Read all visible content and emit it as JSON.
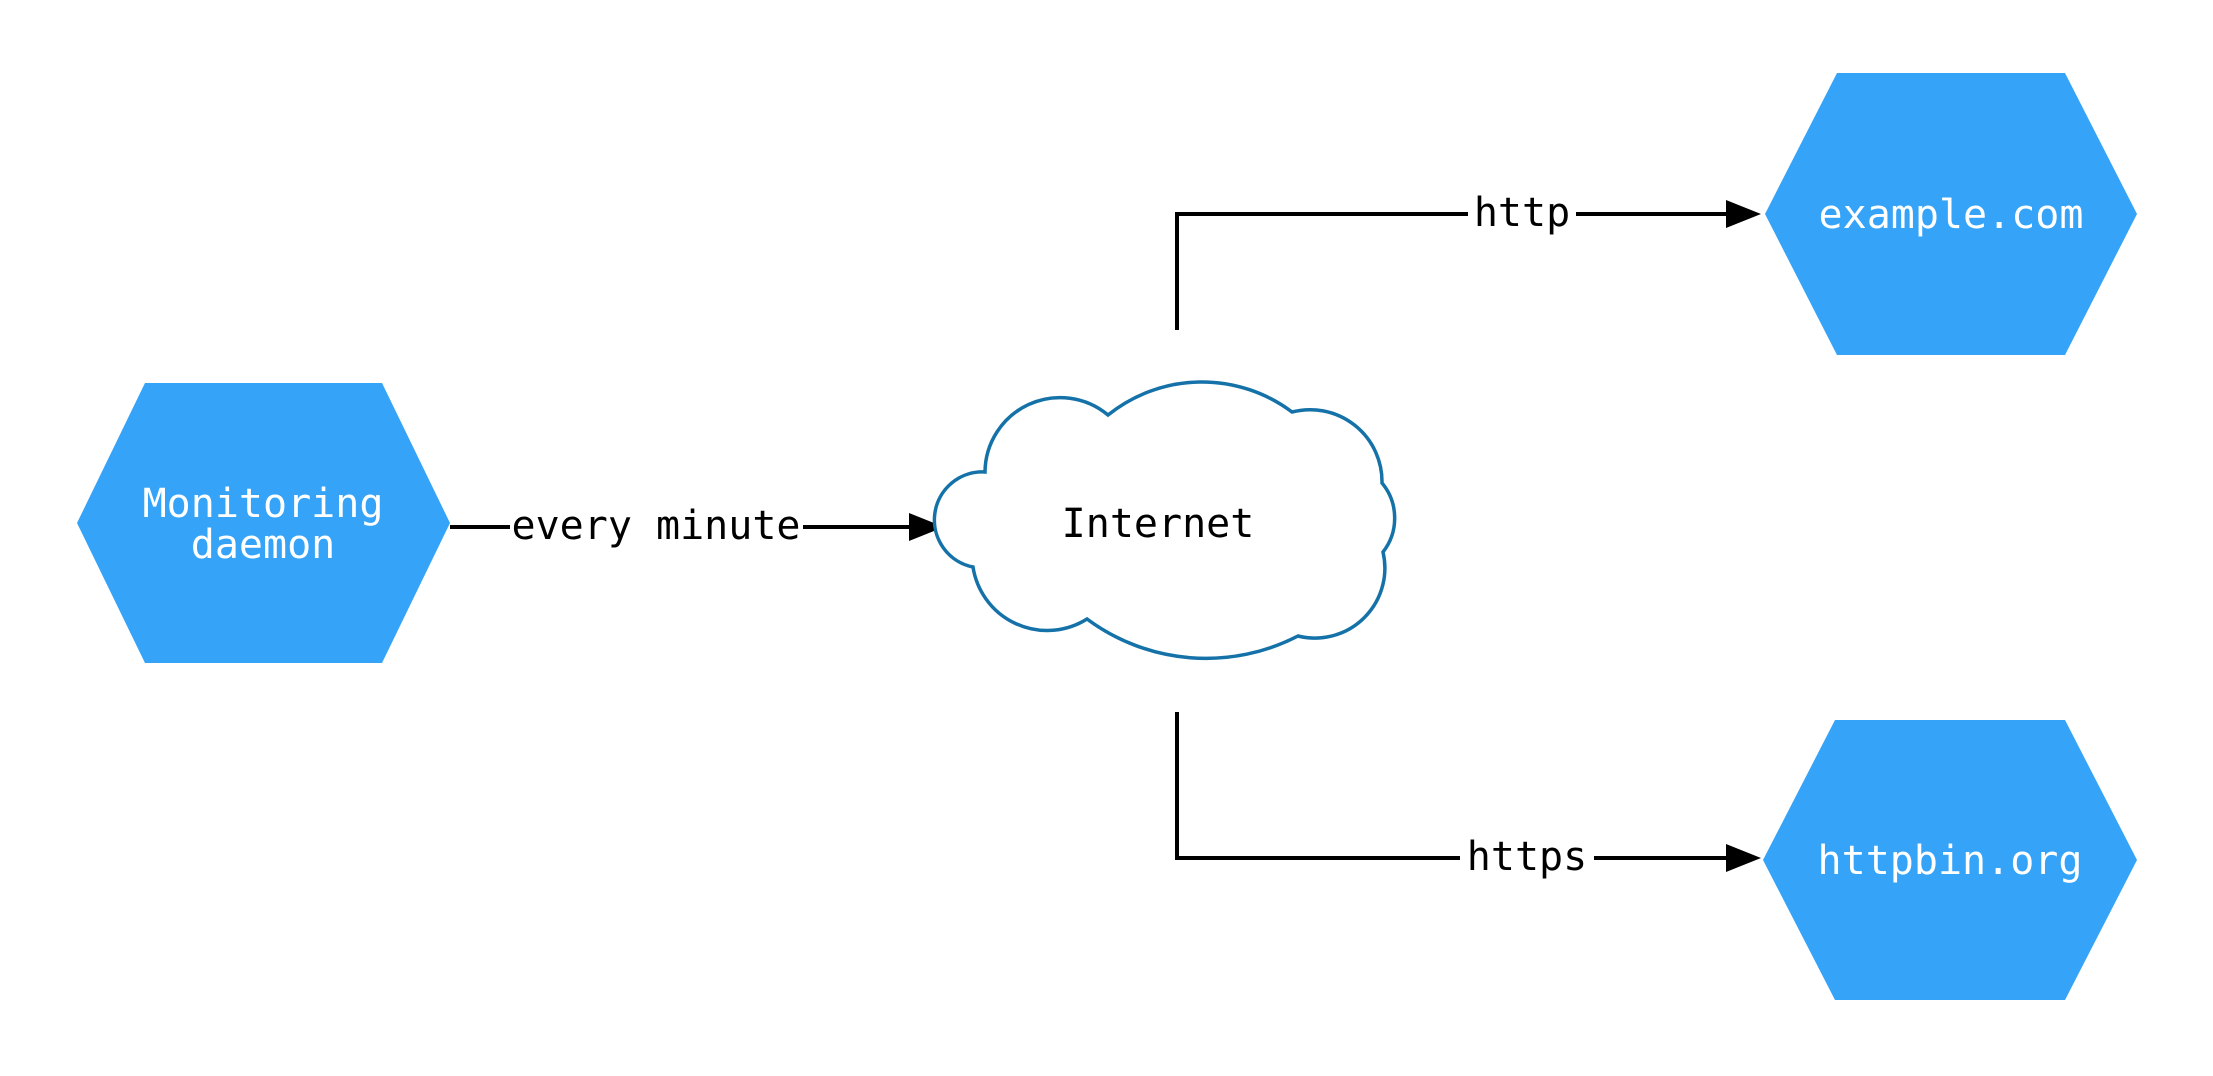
{
  "diagram": {
    "background": "#ffffff",
    "colors": {
      "node_fill": "#34A3F8",
      "node_text": "#ffffff",
      "cloud_stroke": "#1572A8",
      "edge_line": "#000000",
      "edge_label_text": "#000000"
    },
    "nodes": {
      "monitoring_daemon": {
        "shape": "hexagon",
        "line1": "Monitoring",
        "line2": "daemon"
      },
      "internet": {
        "shape": "cloud",
        "label": "Internet"
      },
      "example_com": {
        "shape": "hexagon",
        "label": "example.com"
      },
      "httpbin_org": {
        "shape": "hexagon",
        "label": "httpbin.org"
      }
    },
    "edges": [
      {
        "from": "Monitoring daemon",
        "to": "Internet",
        "label": "every minute"
      },
      {
        "from": "Internet",
        "to": "example.com",
        "label": "http"
      },
      {
        "from": "Internet",
        "to": "httpbin.org",
        "label": "https"
      }
    ]
  }
}
